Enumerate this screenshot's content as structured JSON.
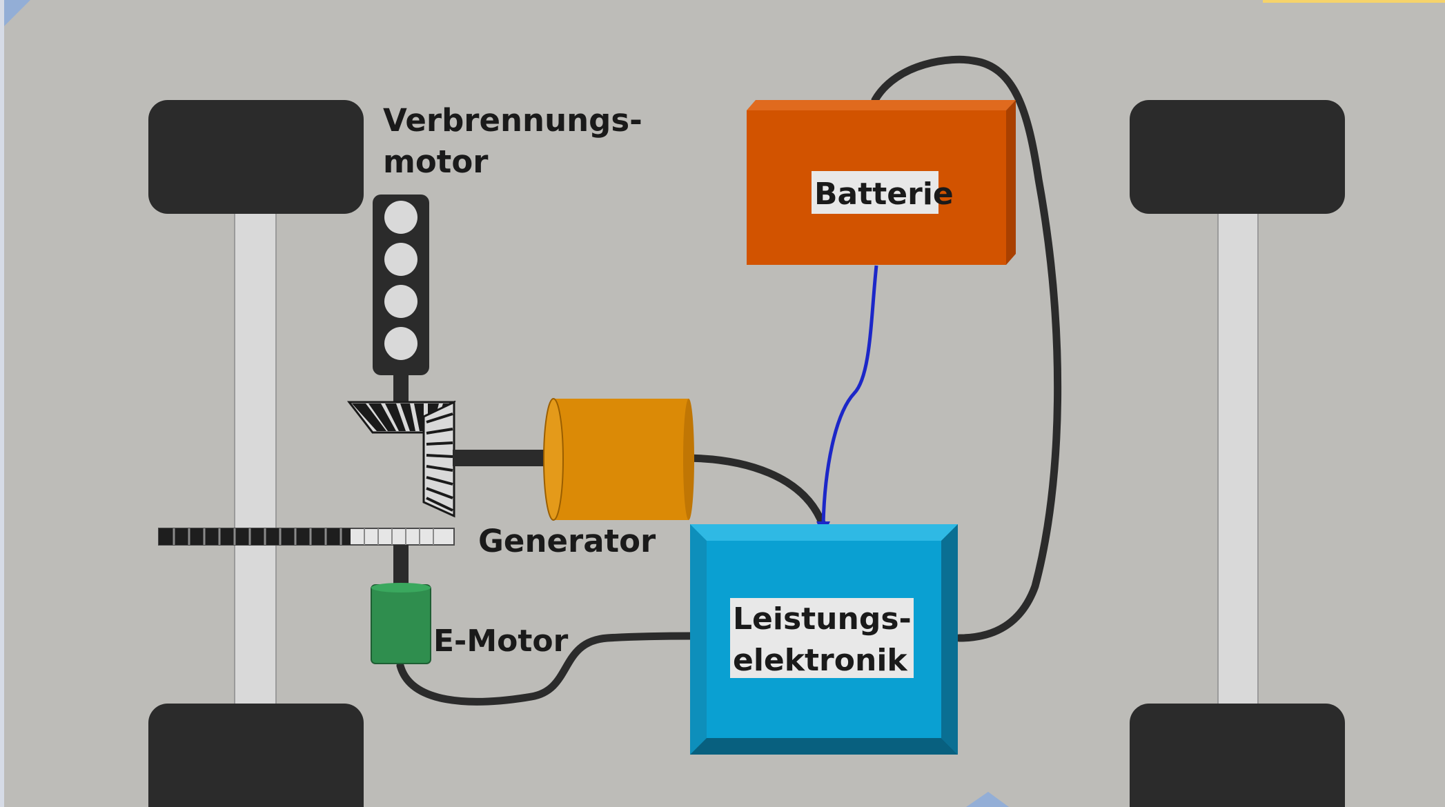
{
  "diagram": {
    "labels": {
      "engine_line1": "Verbrennungs-",
      "engine_line2": "motor",
      "generator": "Generator",
      "battery": "Batterie",
      "emotor": "E-Motor",
      "power_electronics_line1": "Leistungs-",
      "power_electronics_line2": "elektronik"
    },
    "colors": {
      "background": "#bdbcb8",
      "tire": "#2b2b2b",
      "axle": "#d9d9d9",
      "battery": "#d25300",
      "generator": "#db8a06",
      "emotor": "#2f8e4e",
      "power_electronics": "#11a6d6",
      "cable": "#2b2b2b",
      "signal_wire": "#1c27c8",
      "accent_blue": "#93aed6",
      "accent_yellow": "#f6d36b"
    }
  }
}
